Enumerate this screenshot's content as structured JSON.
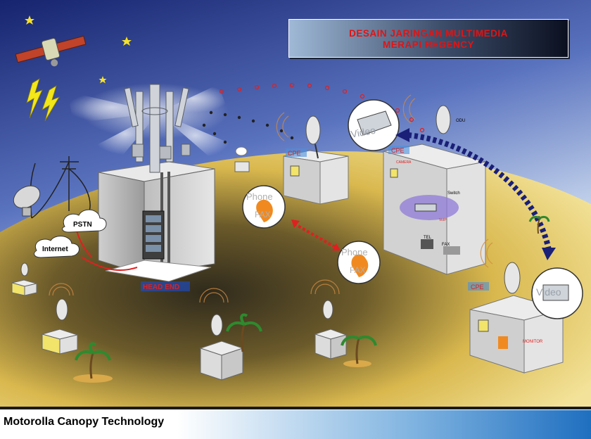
{
  "title": {
    "line1": "DESAIN JARINGAN MULTIMEDIA",
    "line2": "MERAPI REGENCY"
  },
  "footer": {
    "text": "Motorolla Canopy Technology"
  },
  "labels": {
    "pstn": "PSTN",
    "internet": "Internet",
    "head_end": "HEAD END",
    "cpe_top": "CPE",
    "cpe_office": "CPE",
    "cpe_right": "CPE",
    "odu": "ODU",
    "camera": "CAMERA",
    "switch": "Switch",
    "voip": "VoIP",
    "tel": "TEL",
    "fax": "FAX",
    "monitor": "MONITOR",
    "video_top": "Video",
    "video_right": "Video",
    "phone_left": "Phone",
    "fax_left": "FAX",
    "phone_mid": "Phone",
    "fax_mid": "FAX"
  },
  "colors": {
    "sky_top": "#1a2a78",
    "sky_mid": "#6e86c8",
    "ground": "#e8c85a",
    "red_link": "#e02020",
    "navy_link": "#1a1f78",
    "title_text": "#e01414"
  }
}
